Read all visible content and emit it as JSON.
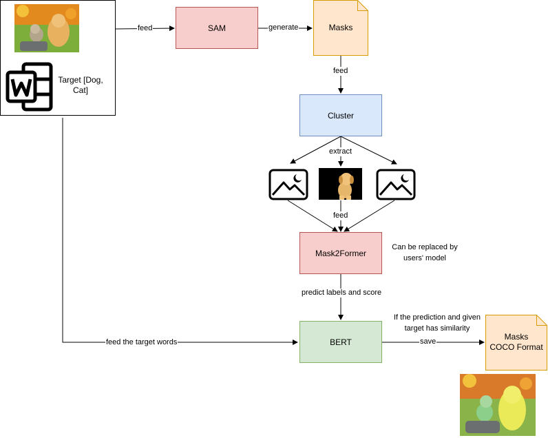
{
  "input_panel": {
    "target_text": "Target [Dog, Cat]"
  },
  "nodes": {
    "sam": "SAM",
    "masks": "Masks",
    "cluster": "Cluster",
    "mask2former": "Mask2Former",
    "bert": "BERT",
    "output_doc": "Masks\nCOCO Format"
  },
  "edge_labels": {
    "feed_input": "feed",
    "generate": "generate",
    "feed_masks": "feed",
    "extract": "extract",
    "feed_crops": "feed",
    "predict": "predict labels and score",
    "feed_target_words": "feed the target words",
    "save": "save"
  },
  "notes": {
    "replaceable": "Can be replaced by\nusers' model",
    "similarity": "If the prediction and given\ntarget has similarity"
  },
  "icons": {
    "word_doc": "word-document-icon",
    "placeholder": "image-placeholder-icon",
    "puppy": "puppy-crop-image",
    "photo": "dog-cat-photo"
  },
  "colors": {
    "red_fill": "#f8cecc",
    "red_stroke": "#b85450",
    "blue_fill": "#dae8fc",
    "blue_stroke": "#6c8ebf",
    "green_fill": "#d5e8d4",
    "green_stroke": "#82b366",
    "orange_fill": "#ffe6cc",
    "orange_stroke": "#d79b00"
  }
}
